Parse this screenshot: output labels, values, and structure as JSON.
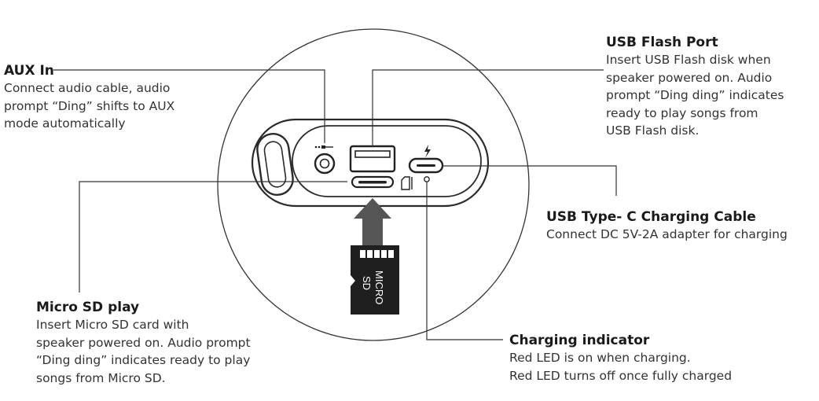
{
  "callouts": {
    "aux_in": {
      "title": "AUX In",
      "lines": [
        "Connect audio cable, audio",
        "prompt “Ding” shifts to AUX",
        "mode automatically"
      ]
    },
    "usb_flash": {
      "title": "USB Flash Port",
      "lines": [
        "Insert USB Flash disk when",
        "speaker powered on. Audio",
        "prompt “Ding ding” indicates",
        "ready to play songs from",
        "USB Flash disk."
      ]
    },
    "usb_c": {
      "title": "USB Type- C Charging Cable",
      "lines": [
        "Connect DC 5V-2A adapter for charging"
      ]
    },
    "micro_sd": {
      "title": "Micro SD play",
      "lines": [
        "Insert Micro SD card with",
        "speaker powered on. Audio prompt",
        "“Ding ding” indicates ready to play",
        "songs from Micro SD."
      ]
    },
    "charging": {
      "title": "Charging indicator",
      "lines": [
        "Red LED is on when charging.",
        "Red LED turns off once fully charged"
      ]
    }
  },
  "sd_card_label": [
    "MICRO",
    "SD"
  ],
  "colors": {
    "line": "#333333",
    "card": "#1f1f1f",
    "arrow": "#555555"
  }
}
